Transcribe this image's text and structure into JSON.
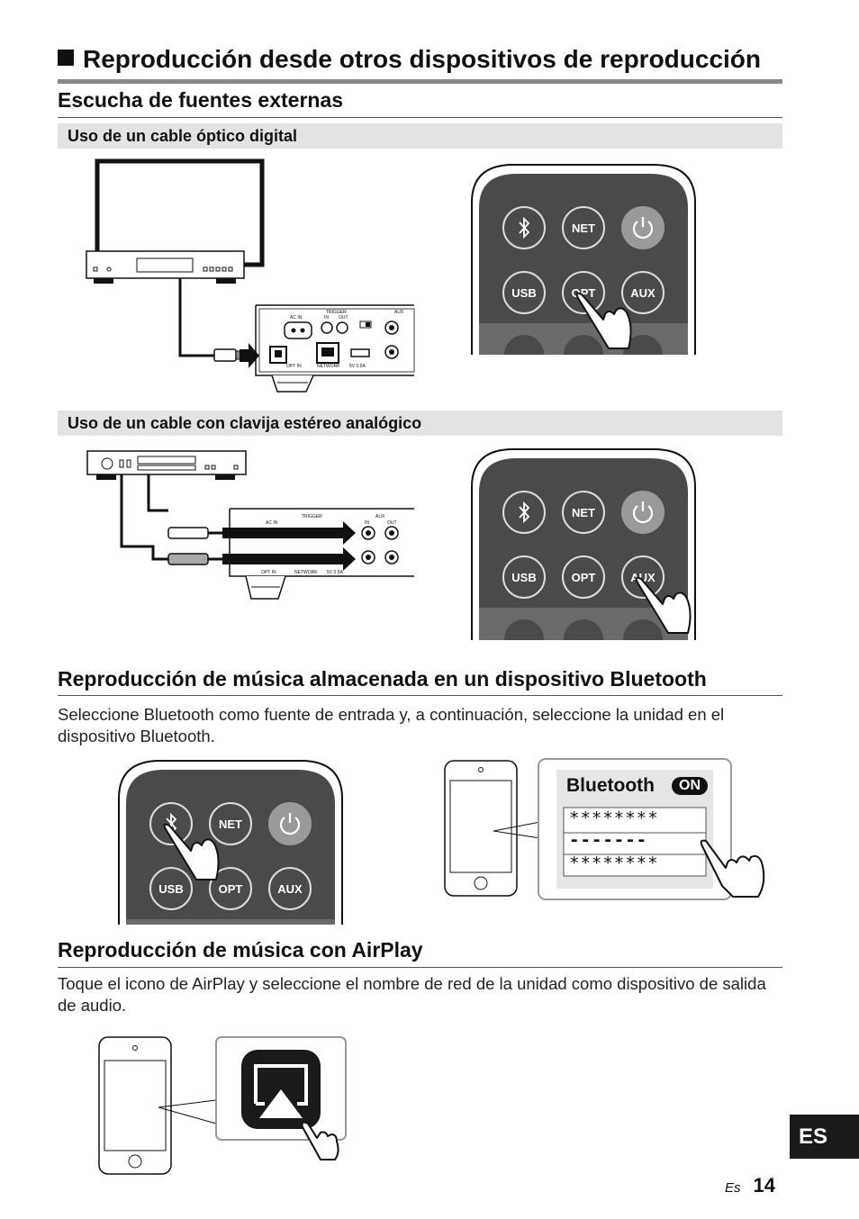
{
  "title": "Reproducción desde otros dispositivos de reproducción",
  "sections": {
    "external": {
      "heading": "Escucha de fuentes externas",
      "optical": {
        "subheading": "Uso de un cable óptico digital",
        "panel_labels": {
          "ac_in": "AC IN",
          "trigger": "TRIGGER",
          "in": "IN",
          "out": "OUT",
          "aux": "AUX",
          "opt_in": "OPT IN",
          "network": "NETWORK",
          "usb": "5V  0.5A"
        }
      },
      "analog": {
        "subheading": "Uso de un cable con clavija estéreo analógico",
        "panel_labels": {
          "ac_in": "AC IN",
          "trigger": "TRIGGER",
          "in": "IN",
          "out": "OUT",
          "aux": "AUX",
          "opt_in": "OPT IN",
          "network": "NETWORK",
          "usb": "5V  0.5A"
        }
      }
    },
    "bluetooth": {
      "heading": "Reproducción de música almacenada en un dispositivo Bluetooth",
      "body": "Seleccione Bluetooth como fuente de entrada y, a continuación, seleccione la unidad en el dispositivo Bluetooth.",
      "screen": {
        "label": "Bluetooth",
        "toggle": "ON",
        "items": [
          "********",
          "-------",
          "********"
        ]
      }
    },
    "airplay": {
      "heading": "Reproducción de música con AirPlay",
      "body": "Toque el icono de AirPlay y seleccione el nombre de red de la unidad como dispositivo de salida de audio."
    }
  },
  "remote": {
    "buttons": {
      "bluetooth": "bluetooth-icon",
      "net": "NET",
      "power": "power-icon",
      "usb": "USB",
      "opt": "OPT",
      "aux": "AUX"
    }
  },
  "footer": {
    "lang_tab": "ES",
    "lang_small": "Es",
    "page_number": "14"
  }
}
